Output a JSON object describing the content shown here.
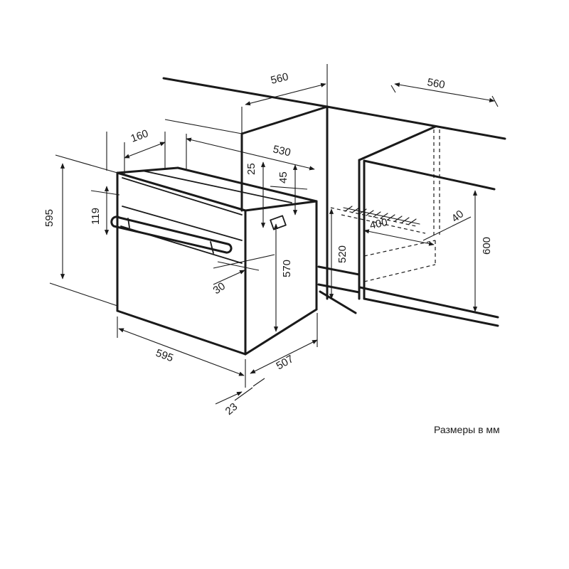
{
  "dimensions": {
    "cabinet_depth_left": "560",
    "cabinet_depth_right": "560",
    "oven_depth_top": "530",
    "rear_offset": "160",
    "top_gap": "25",
    "top_offset": "45",
    "panel_height": "119",
    "oven_height": "595",
    "handle_depth": "30",
    "inner_height": "570",
    "niche_height": "520",
    "opening_depth": "400",
    "vent_gap": "40",
    "cabinet_height": "600",
    "oven_width": "595",
    "body_depth": "507",
    "front_thickness": "23"
  },
  "caption": "Размеры в мм"
}
